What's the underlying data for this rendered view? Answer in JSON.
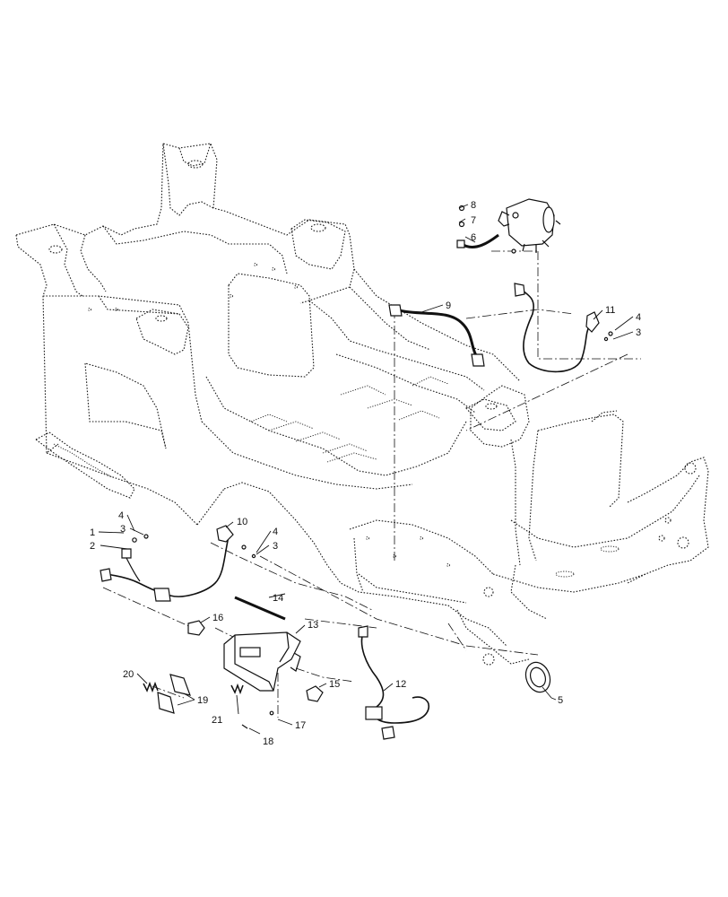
{
  "diagram": {
    "callouts": [
      "1",
      "2",
      "3",
      "3",
      "3",
      "4",
      "4",
      "4",
      "5",
      "6",
      "7",
      "8",
      "9",
      "10",
      "11",
      "12",
      "13",
      "14",
      "15",
      "16",
      "17",
      "18",
      "19",
      "20",
      "21"
    ]
  }
}
